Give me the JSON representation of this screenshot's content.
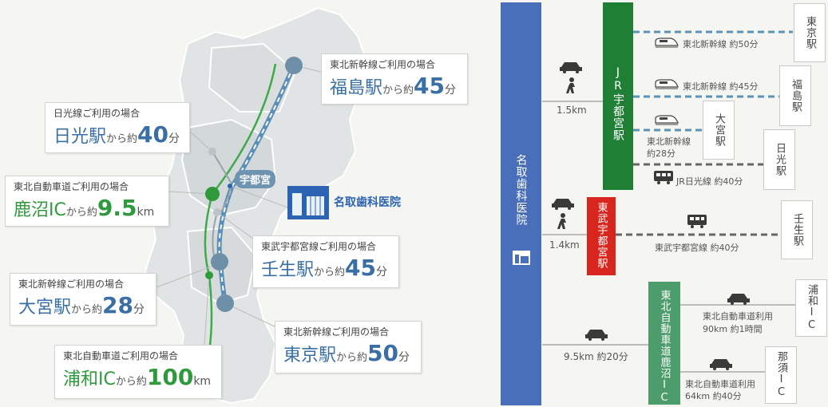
{
  "map": {
    "utsunomiya_label": "宇都宮",
    "clinic_label": "名取歯科医院",
    "cards": {
      "fukushima": {
        "caption": "東北新幹線ご利用の場合",
        "place": "福島駅",
        "from": "から約",
        "value": "45",
        "unit": "分"
      },
      "nikko": {
        "caption": "日光線ご利用の場合",
        "place": "日光駅",
        "from": "から約",
        "value": "40",
        "unit": "分"
      },
      "kanuma": {
        "caption": "東北自動車道ご利用の場合",
        "place": "鹿沼IC",
        "from": "から約",
        "value": "9.5",
        "unit": "km"
      },
      "mibu": {
        "caption": "東武宇都宮線ご利用の場合",
        "place": "壬生駅",
        "from": "から約",
        "value": "45",
        "unit": "分"
      },
      "omiya": {
        "caption": "東北新幹線ご利用の場合",
        "place": "大宮駅",
        "from": "から約",
        "value": "28",
        "unit": "分"
      },
      "tokyo": {
        "caption": "東北新幹線ご利用の場合",
        "place": "東京駅",
        "from": "から約",
        "value": "50",
        "unit": "分"
      },
      "urawa": {
        "caption": "東北自動車道ご利用の場合",
        "place": "浦和IC",
        "from": "から約",
        "value": "100",
        "unit": "km"
      }
    }
  },
  "diagram": {
    "clinic": "名取歯科医院",
    "jr_station": "JR宇都宮駅",
    "tobu_station": "東武宇都宮駅",
    "expressway": "東北自動車道鹿沼IC",
    "walk_jr": "1.5km",
    "walk_tobu": "1.4km",
    "car_ic": "9.5km 約20分",
    "routes": {
      "tokyo": {
        "dest": "東京駅",
        "label": "東北新幹線 約50分"
      },
      "fukushima": {
        "dest": "福島駅",
        "label": "東北新幹線 約45分"
      },
      "omiya": {
        "dest": "大宮駅",
        "label_line1": "東北新幹線",
        "label_line2": "約28分"
      },
      "nikko": {
        "dest": "日光駅",
        "label": "JR日光線 約40分"
      },
      "mibu": {
        "dest": "壬生駅",
        "label": "東武宇都宮線 約40分"
      },
      "urawa": {
        "dest": "浦和IC",
        "label_line1": "東北自動車道利用",
        "label_line2": "90km 約1時間"
      },
      "nasu": {
        "dest": "那須IC",
        "label_line1": "東北自動車道利用",
        "label_line2": "64km 約40分"
      }
    }
  },
  "colors": {
    "clinic_bar": "#4a6fba",
    "jr_bar": "#1f7f34",
    "tobu_bar": "#d8261e",
    "expressway_bar": "#4c9d6b",
    "shinkansen_line": "#5a93b5",
    "rail_line": "#666666",
    "highway_line": "#3eaa4b"
  }
}
